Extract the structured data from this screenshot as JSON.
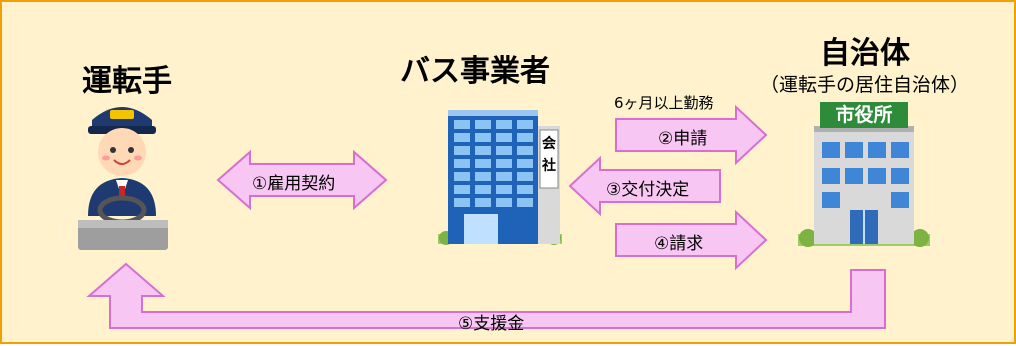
{
  "actors": {
    "driver": {
      "title": "運転手"
    },
    "bus_operator": {
      "title": "バス事業者",
      "building_sign": "会社"
    },
    "municipality": {
      "title": "自治体",
      "subtitle": "（運転手の居住自治体）",
      "building_sign": "市役所"
    }
  },
  "flows": {
    "employment_contract": "①雇用契約",
    "application": "②申請",
    "application_condition": "6ヶ月以上勤務",
    "grant_decision": "③交付決定",
    "claim": "④請求",
    "support_payment": "⑤支援金"
  },
  "colors": {
    "background": "#fff2cc",
    "border": "#f0a000",
    "arrow_fill": "#f7c6f3",
    "arrow_stroke": "#d86fd0",
    "office_sign": "#2e8b3a",
    "glass": "#3f86d6"
  }
}
